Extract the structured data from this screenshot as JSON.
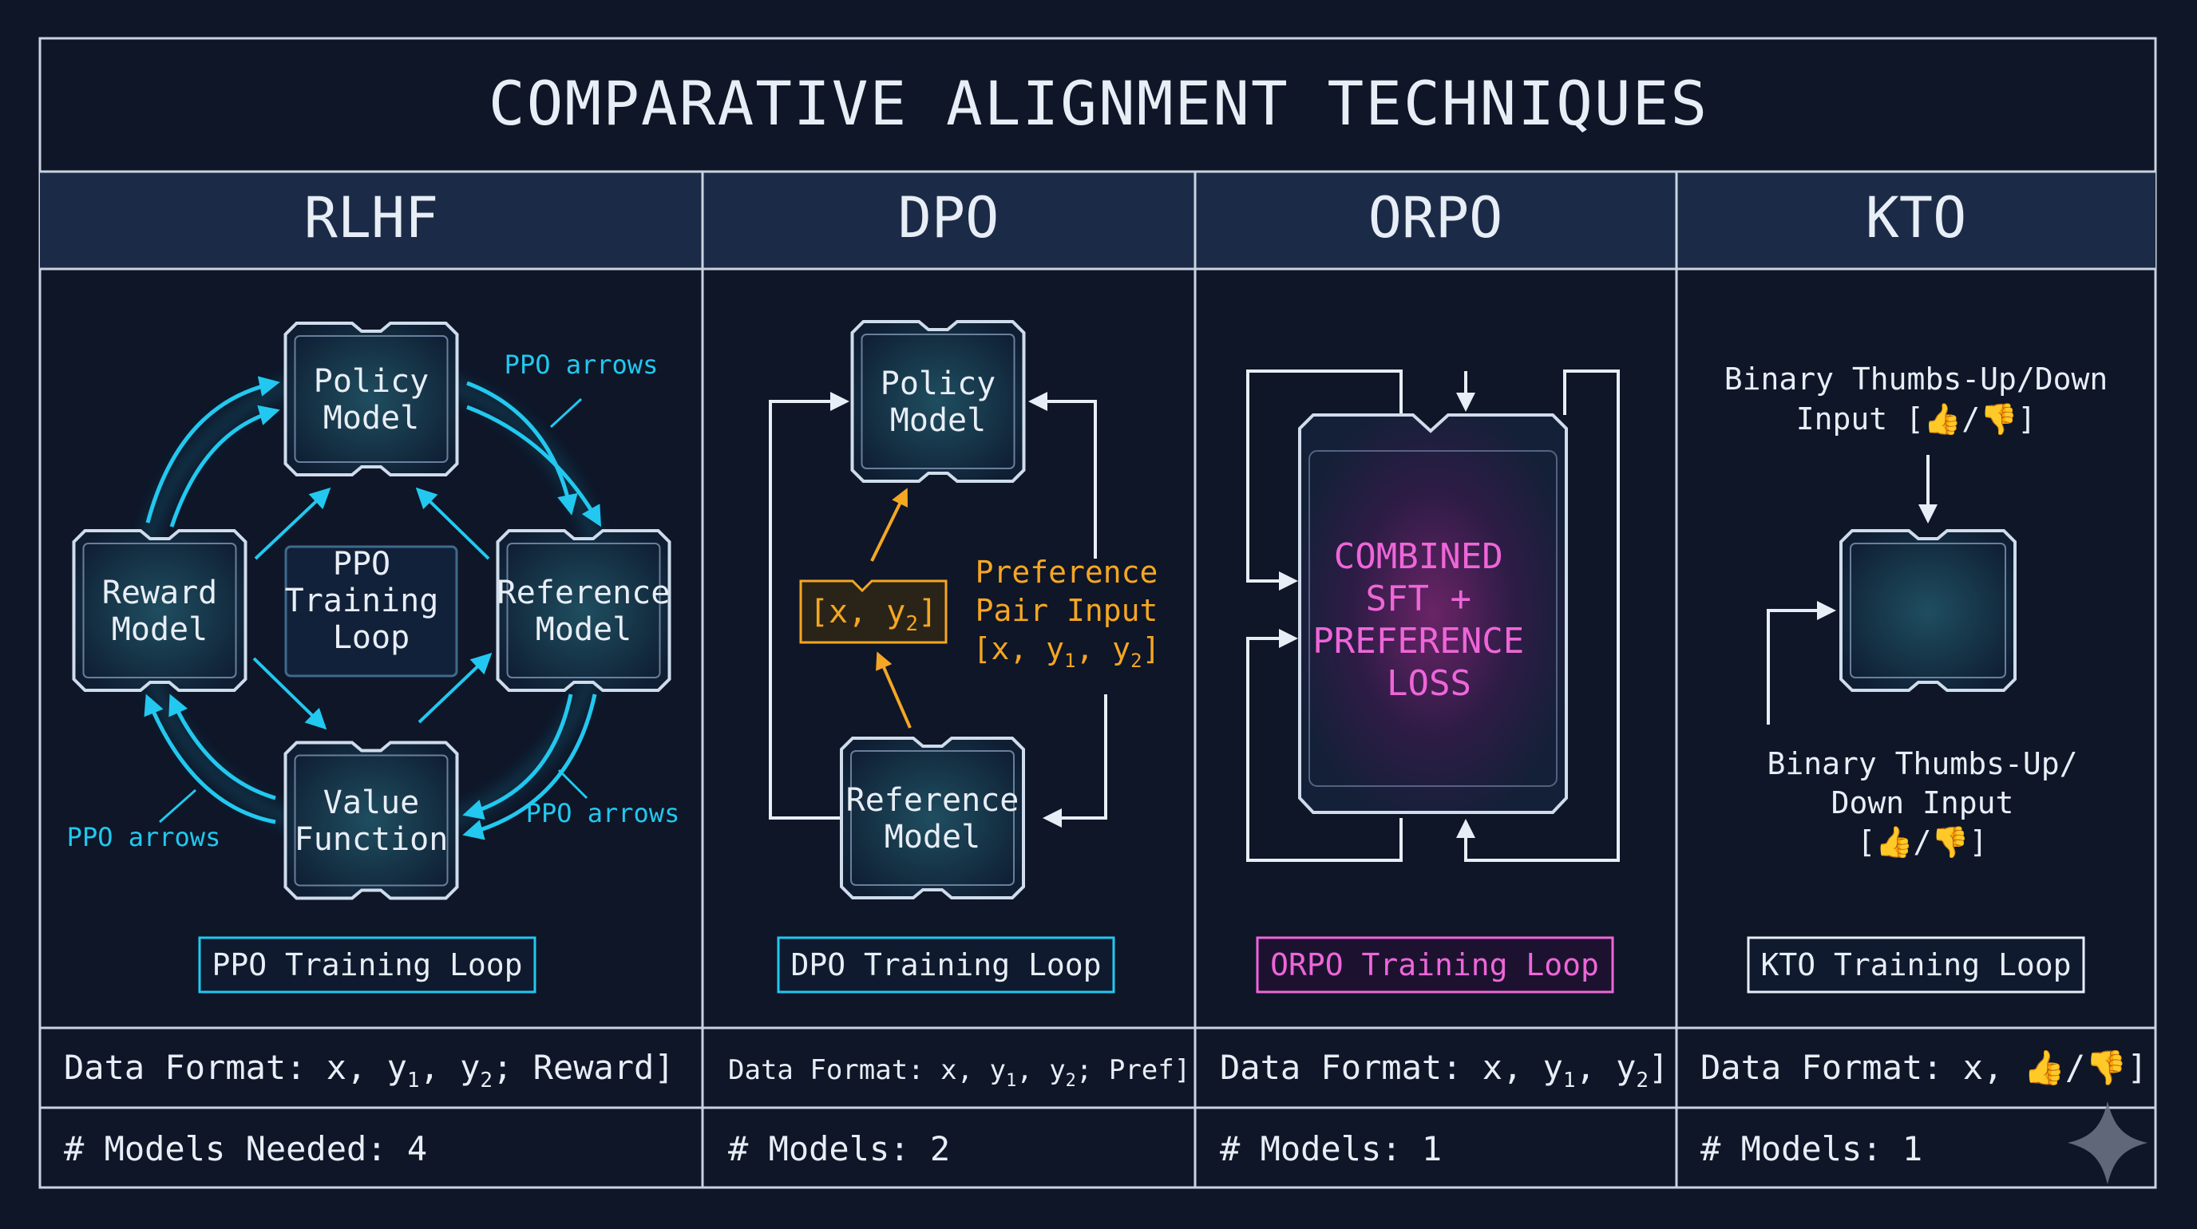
{
  "title": "COMPARATIVE ALIGNMENT TECHNIQUES",
  "colors": {
    "background": "#0e1628",
    "header_band": "#1b2b47",
    "border": "#c9d3e0",
    "text": "#e8eef6",
    "cyan": "#22c8ef",
    "orange": "#f5a623",
    "magenta": "#ee66d8",
    "node_border": "#cfdcec"
  },
  "columns": [
    {
      "name": "RLHF",
      "nodes": {
        "policy": "Policy\nModel",
        "reward": "Reward\nModel",
        "reference": "Reference\nModel",
        "value": "Value\nFunction"
      },
      "center_label": "PPO\nTraining\nLoop",
      "arrow_labels": [
        "PPO arrows",
        "PPO arrows",
        "PPO arrows"
      ],
      "caption": "PPO Training Loop",
      "data_format": {
        "prefix": "Data Format: x, y",
        "sub1": "1",
        "mid": ", y",
        "sub2": "2",
        "suffix": "; Reward]"
      },
      "models": "# Models Needed: 4"
    },
    {
      "name": "DPO",
      "nodes": {
        "policy": "Policy\nModel",
        "reference": "Reference\nModel"
      },
      "pair_chip": {
        "prefix": "[x, y",
        "sub": "2",
        "suffix": "]"
      },
      "preference_label": {
        "line1": "Preference",
        "line2": "Pair Input",
        "line3_prefix": "[x, y",
        "sub1": "1",
        "line3_mid": ", y",
        "sub2": "2",
        "line3_suffix": "]"
      },
      "caption": "DPO Training Loop",
      "data_format": {
        "prefix": "Data Format: x, y",
        "sub1": "1",
        "mid": ", y",
        "sub2": "2",
        "suffix": "; Pref]"
      },
      "models": "# Models: 2"
    },
    {
      "name": "ORPO",
      "core_label": "COMBINED\nSFT +\nPREFERENCE\nLOSS",
      "caption": "ORPO Training Loop",
      "data_format": {
        "prefix": "Data Format: x, y",
        "sub1": "1",
        "mid": ", y",
        "sub2": "2",
        "suffix": "]"
      },
      "models": "# Models: 1"
    },
    {
      "name": "KTO",
      "top_label": {
        "line1": "Binary Thumbs-Up/Down",
        "line2": "Input [👍/👎]"
      },
      "bottom_label": {
        "line1": "Binary Thumbs-Up/",
        "line2": "Down Input",
        "line3": "[👍/👎]"
      },
      "caption": "KTO Training Loop",
      "data_format": {
        "text": "Data Format: x, 👍/👎]"
      },
      "models": "# Models: 1"
    }
  ],
  "watermark_icon": "sparkle-icon"
}
